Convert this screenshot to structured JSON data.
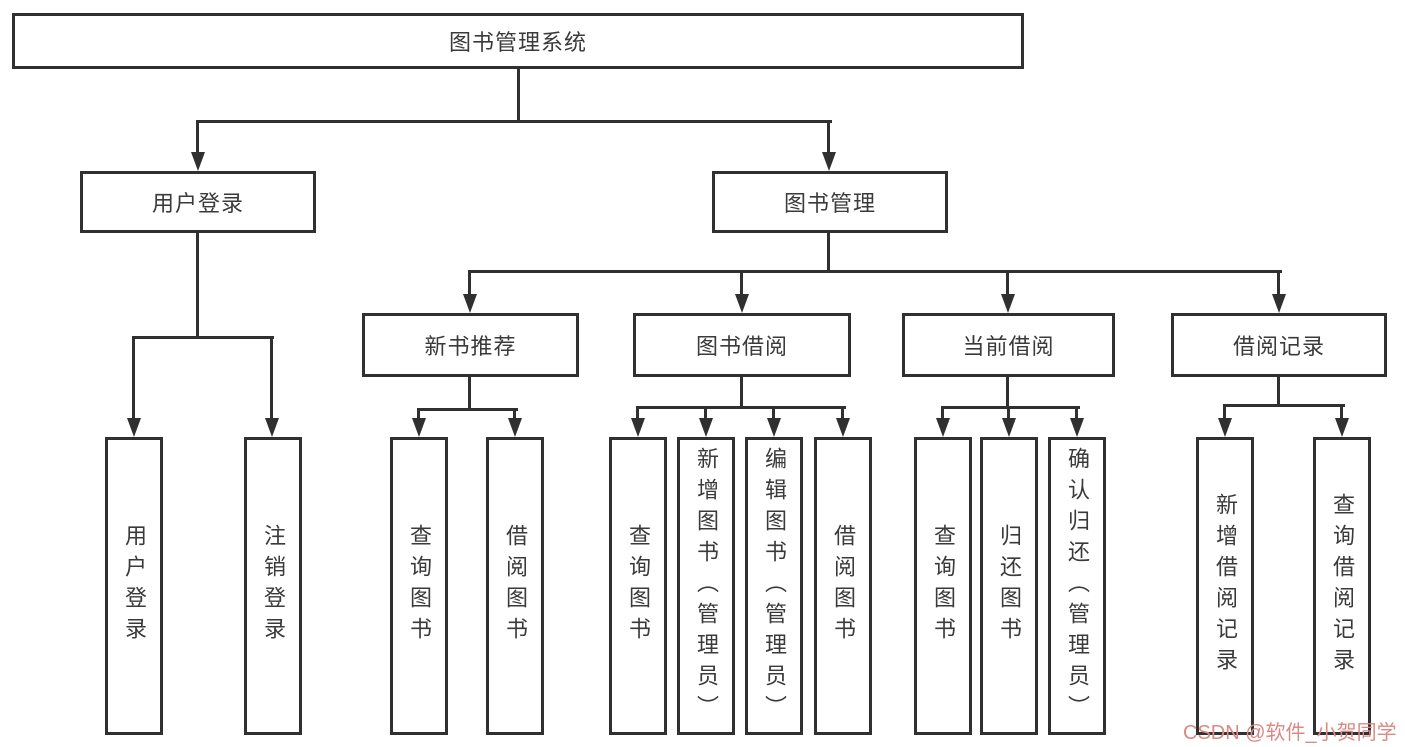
{
  "colors": {
    "line": "#303030",
    "text": "#3a3a3a",
    "watermark": "#d98a84"
  },
  "watermark": {
    "text": "CSDN @软件_小贺同学"
  },
  "diagram": {
    "root": {
      "label": "图书管理系统"
    },
    "level2": [
      {
        "label": "用户登录"
      },
      {
        "label": "图书管理"
      }
    ],
    "level3": [
      {
        "label": "新书推荐"
      },
      {
        "label": "图书借阅"
      },
      {
        "label": "当前借阅"
      },
      {
        "label": "借阅记录"
      }
    ],
    "leaves": {
      "login": [
        {
          "label": "用户登录"
        },
        {
          "label": "注销登录"
        }
      ],
      "newbook": [
        {
          "label": "查询图书"
        },
        {
          "label": "借阅图书"
        }
      ],
      "borrow": [
        {
          "label": "查询图书"
        },
        {
          "label": "新增图书（管理员）"
        },
        {
          "label": "编辑图书（管理员）"
        },
        {
          "label": "借阅图书"
        }
      ],
      "current": [
        {
          "label": "查询图书"
        },
        {
          "label": "归还图书"
        },
        {
          "label": "确认归还（管理员）"
        }
      ],
      "records": [
        {
          "label": "新增借阅记录"
        },
        {
          "label": "查询借阅记录"
        }
      ]
    }
  }
}
